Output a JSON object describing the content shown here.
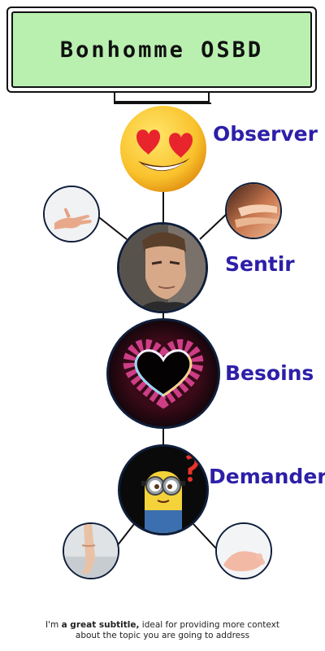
{
  "title": "Bonhomme OSBD",
  "steps": [
    {
      "label": "Observer",
      "icon": "heart-eyes-emoji-icon"
    },
    {
      "label": "Sentir",
      "icon": "man-portrait-icon"
    },
    {
      "label": "Besoins",
      "icon": "glowing-heart-icon"
    },
    {
      "label": "Demander",
      "icon": "minion-question-icon"
    }
  ],
  "side_images": [
    "open-hand-icon",
    "hand-closeup-icon",
    "foot-ballet-icon",
    "baby-foot-icon"
  ],
  "footer": {
    "prefix": "I'm ",
    "bold": "a great subtitle,",
    "line1_rest": " ideal for providing more context",
    "line2": "about the topic you are going to address"
  },
  "colors": {
    "sign": "#b9f0b0",
    "label": "#2d1fa8",
    "border": "#0f1e3a"
  }
}
